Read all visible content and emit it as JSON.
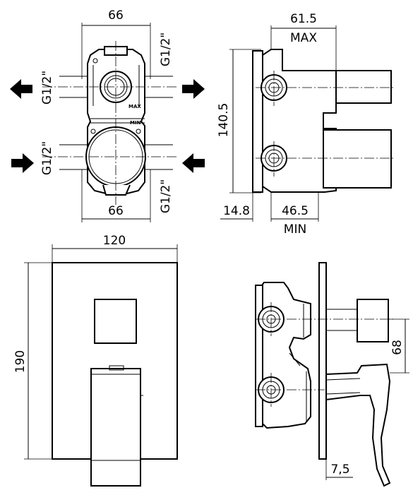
{
  "front_body": {
    "dim_width_top": "66",
    "dim_width_bottom": "66",
    "port_left_top": "G1/2\"",
    "port_left_bottom": "G1/2\"",
    "port_right_top": "G1/2\"",
    "port_right_bottom": "G1/2\"",
    "label_max": "MAX",
    "label_min": "MIN"
  },
  "side_body": {
    "dim_depth": "61.5",
    "dim_depth_label": "MAX",
    "dim_height": "140.5",
    "dim_offset": "14.8",
    "dim_min_depth": "46.5",
    "dim_min_label": "MIN"
  },
  "cover_plate": {
    "dim_width": "120",
    "dim_height": "190"
  },
  "side_assembly": {
    "dim_handle_offset": "68",
    "dim_plate_depth": "7,5"
  }
}
